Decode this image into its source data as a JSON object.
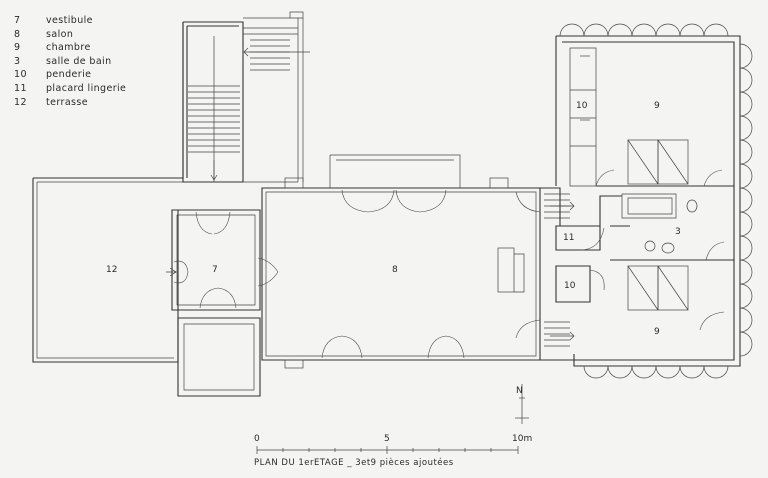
{
  "legend": [
    {
      "num": "7",
      "label": "vestibule"
    },
    {
      "num": "8",
      "label": "salon"
    },
    {
      "num": "9",
      "label": "chambre"
    },
    {
      "num": "3",
      "label": "salle de bain"
    },
    {
      "num": "10",
      "label": "penderie"
    },
    {
      "num": "11",
      "label": "placard lingerie"
    },
    {
      "num": "12",
      "label": "terrasse"
    }
  ],
  "rooms": {
    "terrasse": "12",
    "vestibule": "7",
    "salon": "8",
    "chambre_top": "9",
    "penderie_top": "10",
    "placard": "11",
    "salle_de_bain": "3",
    "penderie_bottom": "10",
    "chambre_bottom": "9"
  },
  "north": "N",
  "scale": {
    "t0": "0",
    "t5": "5",
    "t10": "10m"
  },
  "caption": "PLAN DU 1erETAGE _ 3et9 pièces ajoutées"
}
